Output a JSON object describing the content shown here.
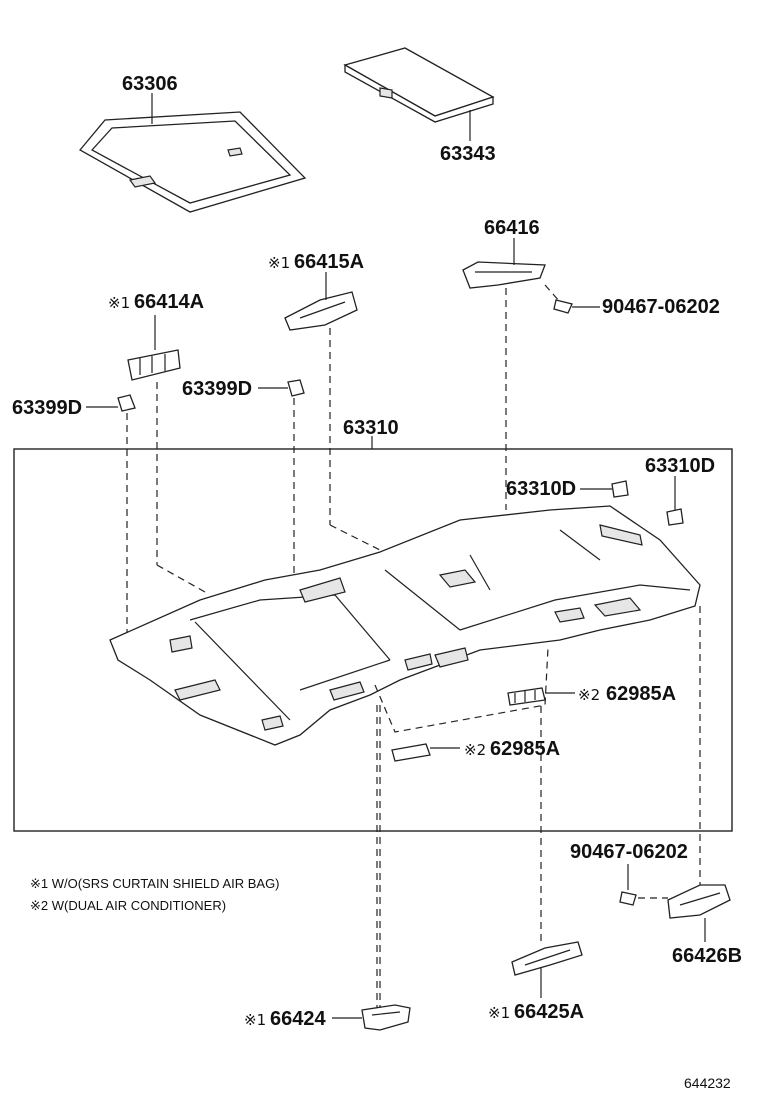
{
  "callouts": {
    "p63306": "63306",
    "p63343": "63343",
    "p66416": "66416",
    "p66415A": "66415A",
    "p66414A": "66414A",
    "p90467_top": "90467-06202",
    "p63399D_left": "63399D",
    "p63399D_mid": "63399D",
    "p63310": "63310",
    "p63310D_a": "63310D",
    "p63310D_b": "63310D",
    "p62985A_upper": "62985A",
    "p62985A_lower": "62985A",
    "p90467_bottom": "90467-06202",
    "p66426B": "66426B",
    "p66424": "66424",
    "p66425A": "66425A"
  },
  "marks": {
    "m1": "※1",
    "m2": "※2"
  },
  "notes": [
    "※1 W/O(SRS CURTAIN SHIELD AIR BAG)",
    "※2 W(DUAL AIR CONDITIONER)"
  ],
  "figure_code": "644232"
}
